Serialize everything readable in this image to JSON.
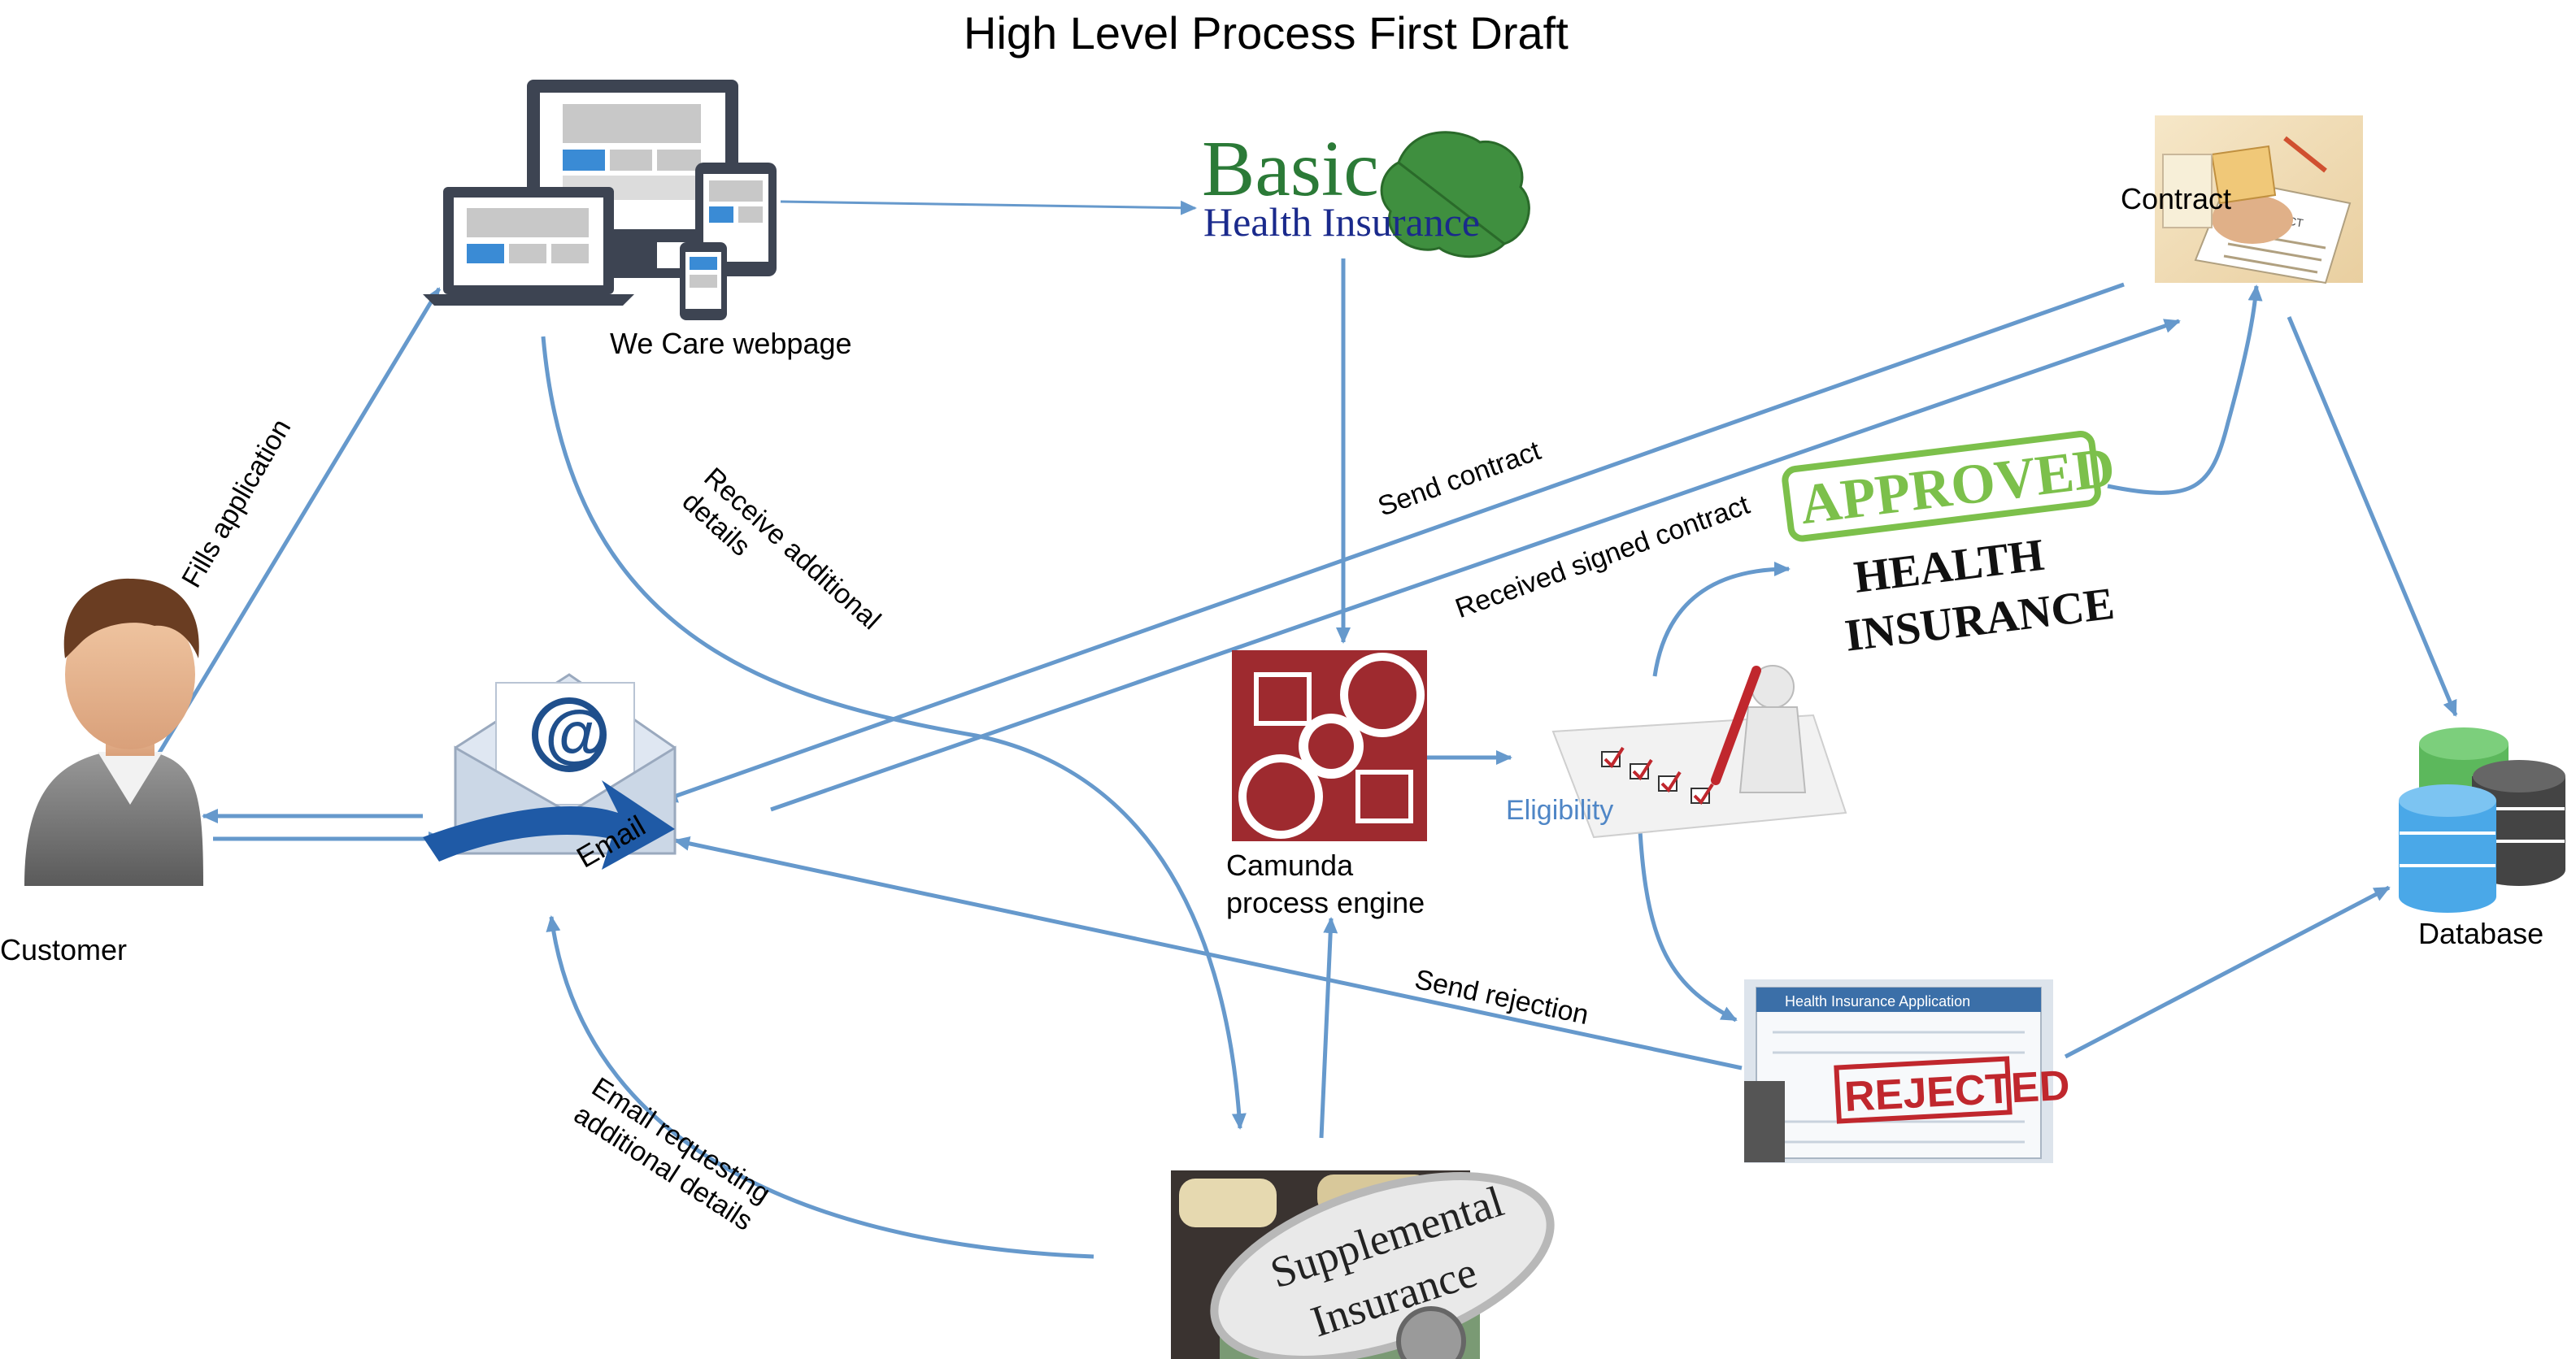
{
  "title": "High Level Process First Draft",
  "nodes": {
    "webpage": "We Care webpage",
    "customer": "Customer",
    "email": "Email",
    "engine": "Camunda\nprocess engine",
    "eligibility": "Eligibility",
    "contract": "Contract",
    "database": "Database"
  },
  "logos": {
    "basic_top": "Basic",
    "basic_bottom": "Health Insurance",
    "approved": "APPROVED",
    "approved_sub1": "HEALTH",
    "approved_sub2": "INSURANCE",
    "rejected": "REJECTED",
    "rejected_form": "Health Insurance Application",
    "supplemental1": "Supplemental",
    "supplemental2": "Insurance",
    "contract_doc": "CONTRACT",
    "email_symbol": "@"
  },
  "edges": {
    "fills": "Fills application",
    "receive": "Receive additional\ndetails",
    "send_contract": "Send contract",
    "received_signed": "Received signed contract",
    "send_rejection": "Send rejection",
    "email_requesting": "Email requesting\nadditional details"
  },
  "colors": {
    "arrow": "#6699cc",
    "engine_red": "#9e2a2f",
    "approved_green": "#7cc04b",
    "rejected_red": "#c0272d",
    "db_blue": "#4aa8e8",
    "db_green": "#5cb85c",
    "db_dark": "#444444",
    "eligibility_text": "#4f86c6"
  }
}
